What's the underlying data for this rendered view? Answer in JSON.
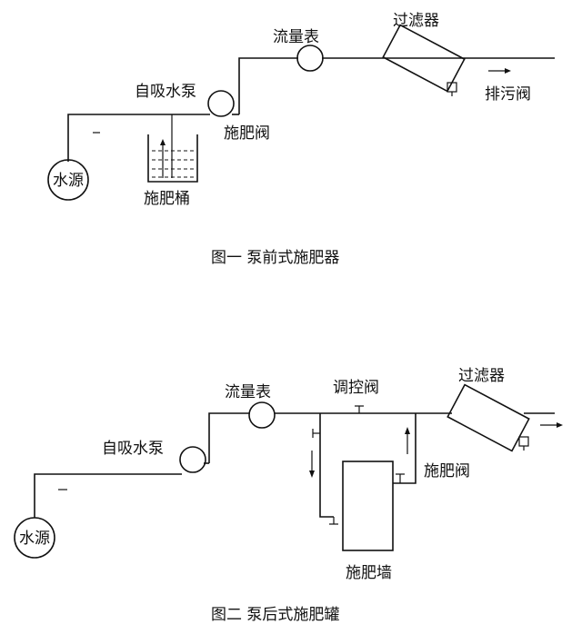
{
  "figure1": {
    "caption": "图一  泵前式施肥器",
    "labels": {
      "water_source": "水源",
      "pump": "自吸水泵",
      "flowmeter": "流量表",
      "filter": "过滤器",
      "drain_valve": "排污阀",
      "fert_valve": "施肥阀",
      "fert_tank": "施肥桶"
    }
  },
  "figure2": {
    "caption": "图二  泵后式施肥罐",
    "labels": {
      "water_source": "水源",
      "pump": "自吸水泵",
      "flowmeter": "流量表",
      "control_valve": "调控阀",
      "filter": "过滤器",
      "fert_valve": "施肥阀",
      "fert_tank": "施肥墙"
    }
  }
}
